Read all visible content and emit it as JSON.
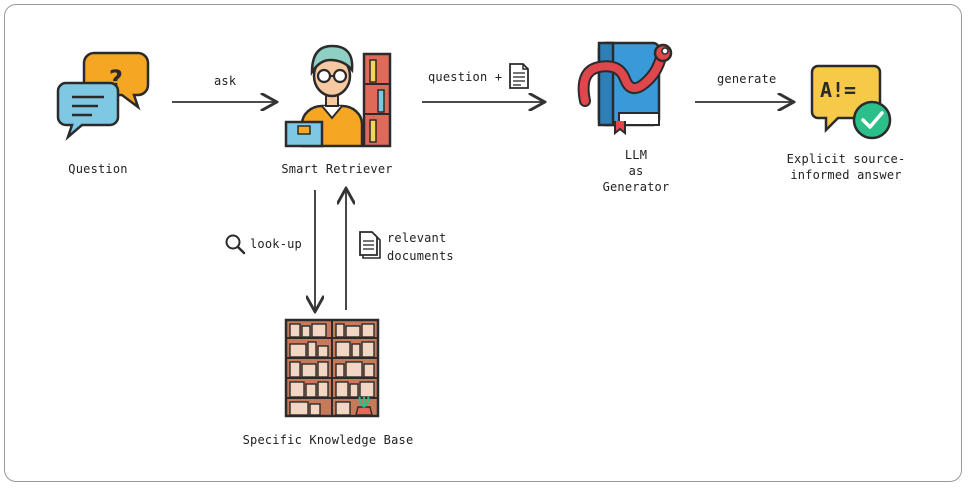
{
  "nodes": {
    "question": "Question",
    "retriever": "Smart Retriever",
    "llm_line1": "LLM",
    "llm_line2": "as",
    "llm_line3": "Generator",
    "answer_line1": "Explicit source-",
    "answer_line2": "informed answer",
    "knowledge_base": "Specific Knowledge Base",
    "answer_badge": "A!="
  },
  "edges": {
    "ask": "ask",
    "question_plus": "question +",
    "generate": "generate",
    "lookup": "look-up",
    "relevant_line1": "relevant",
    "relevant_line2": "documents"
  },
  "colors": {
    "bubble_blue": "#7ec8e3",
    "bubble_orange": "#f5a623",
    "book_blue": "#3a9ad9",
    "worm_red": "#e0474c",
    "answer_yellow": "#f7c948",
    "check_green": "#2bbf8a",
    "shelf_brown": "#c77a5a",
    "outline": "#2b2b2b"
  }
}
